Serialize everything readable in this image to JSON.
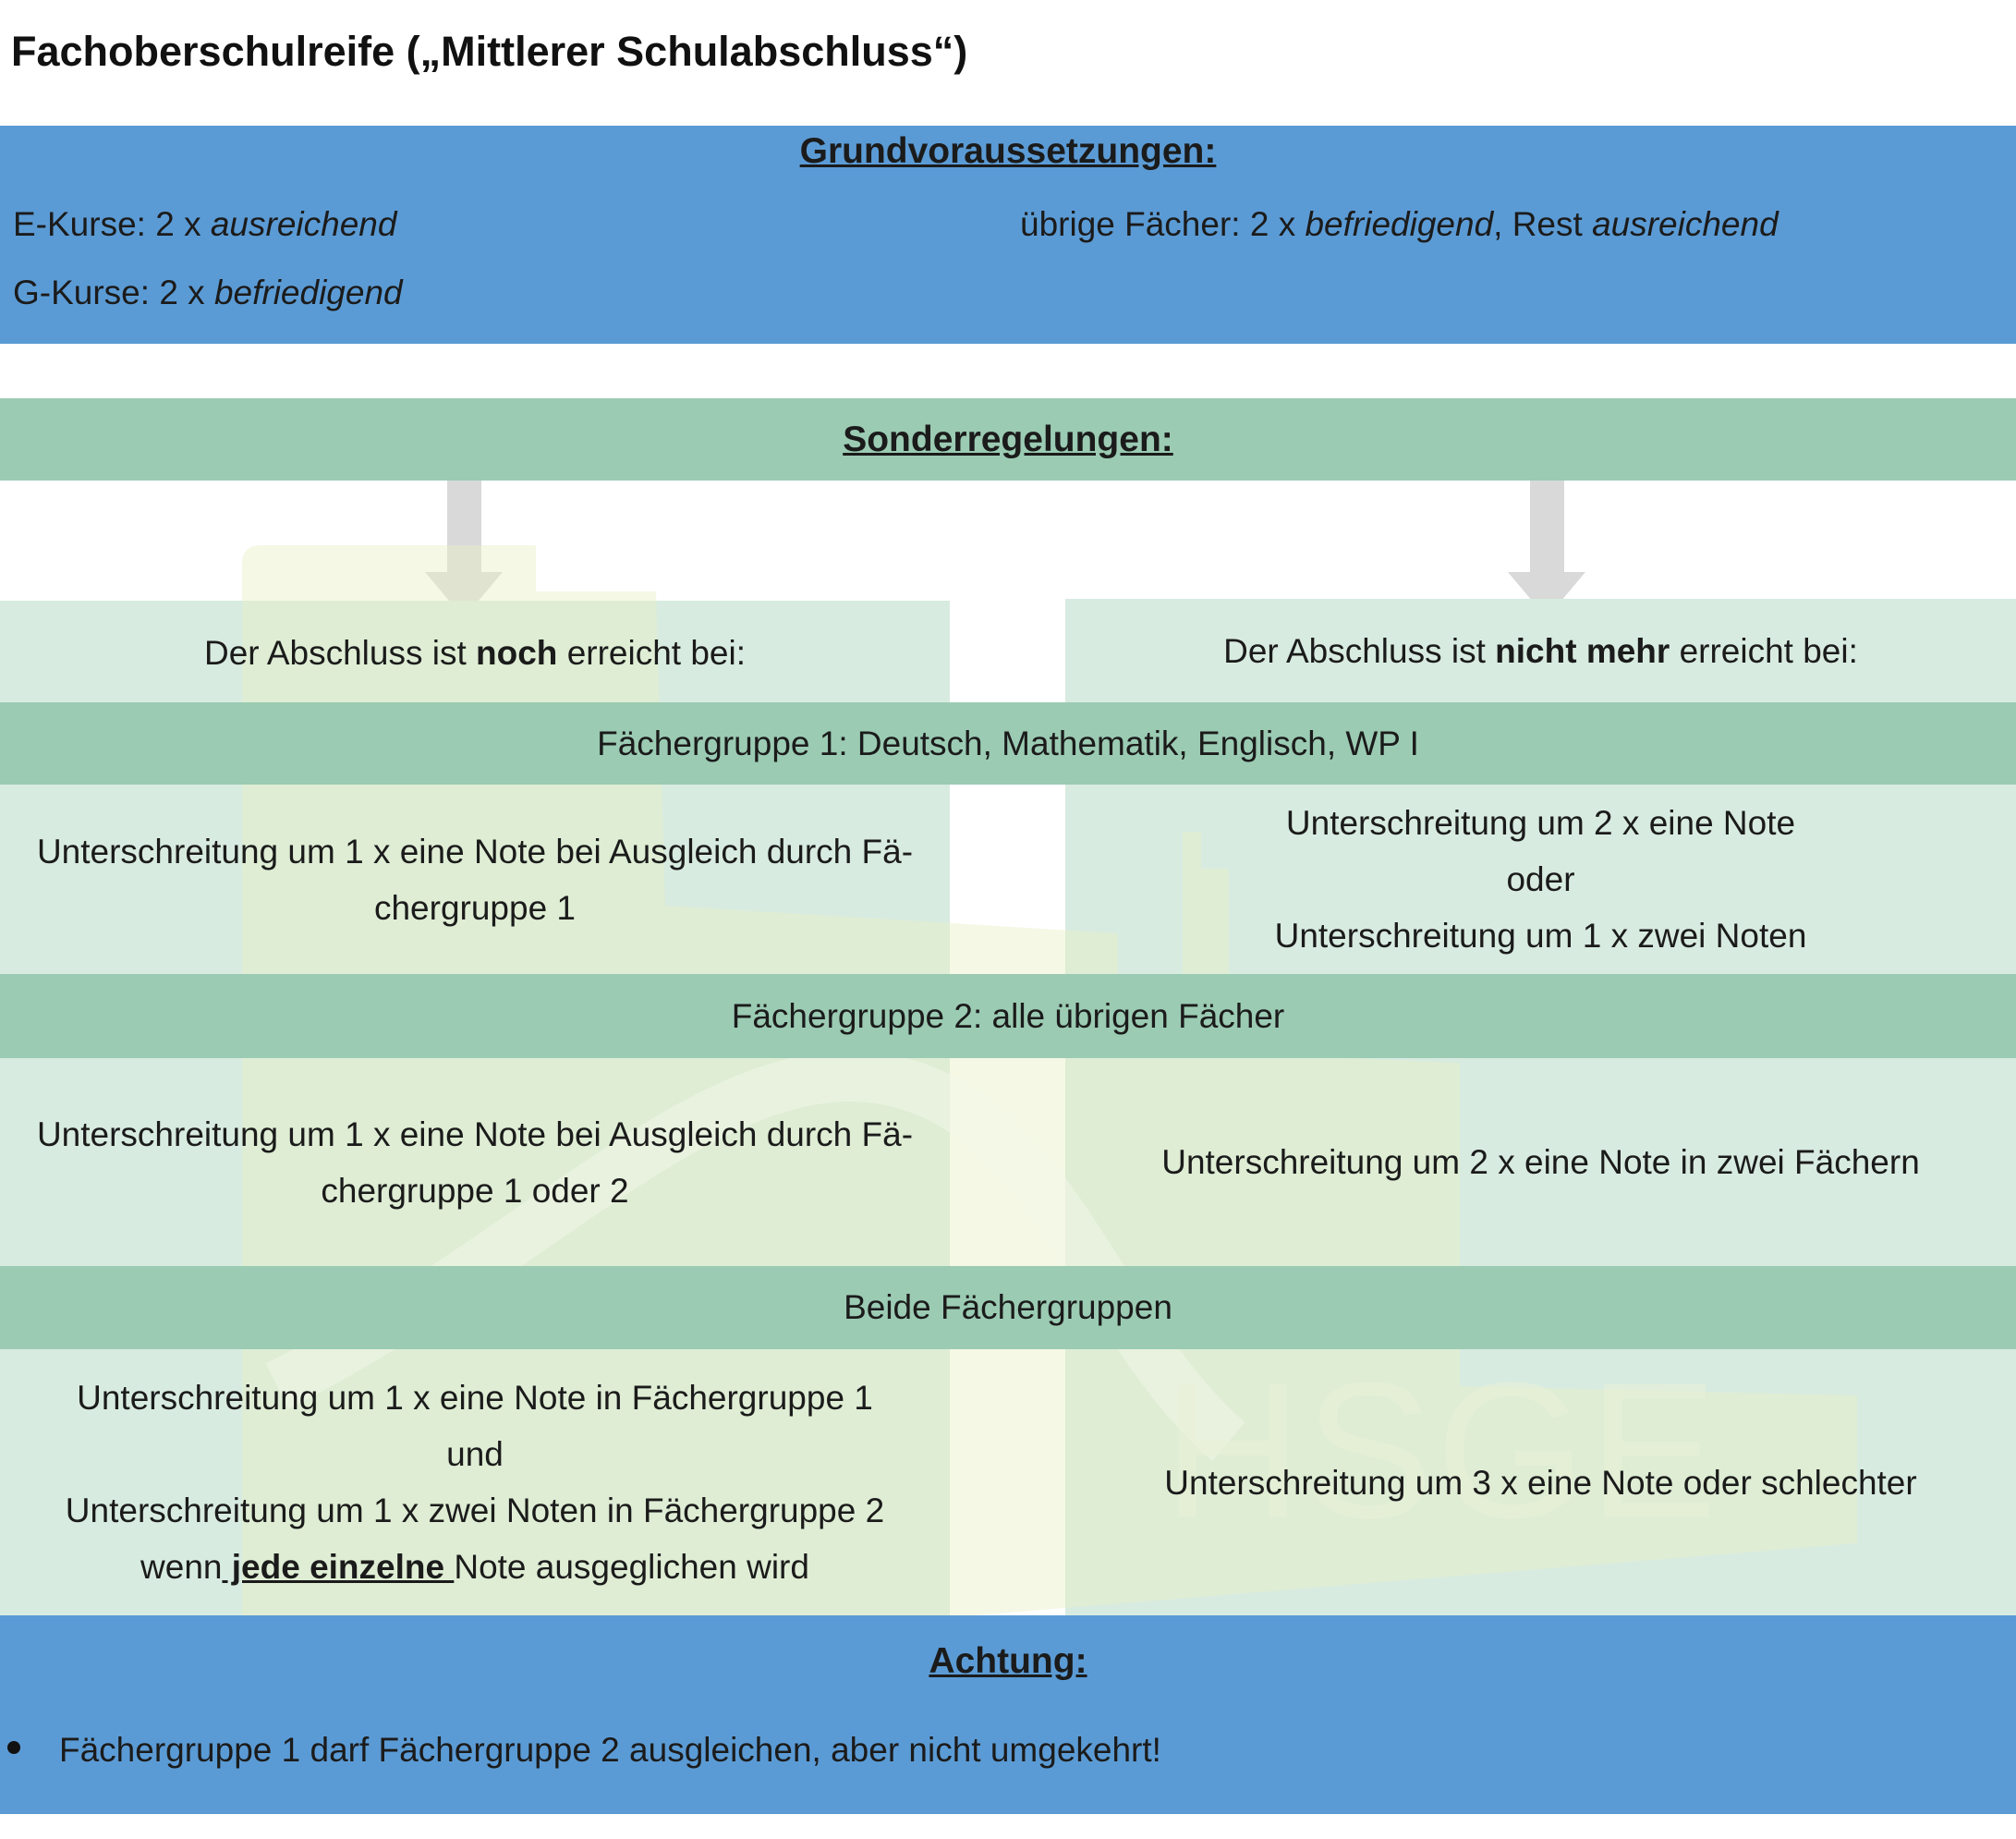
{
  "title": "Fachoberschulreife („Mittlerer Schulabschluss“)",
  "grund": {
    "header": "Grundvoraussetzungen:",
    "e_kurse_prefix": "E-Kurse: 2 x ",
    "e_kurse_em": "ausreichend",
    "g_kurse_prefix": "G-Kurse: 2 x ",
    "g_kurse_em": "befriedigend",
    "uebrige_prefix": "übrige Fächer: 2 x ",
    "uebrige_em1": "befriedigend",
    "uebrige_mid": ", Rest ",
    "uebrige_em2": "ausreichend"
  },
  "sonder": {
    "header": "Sonderregelungen:"
  },
  "left_head": {
    "pre": "Der Abschluss ist ",
    "bold": "noch",
    "post": " erreicht bei:"
  },
  "right_head": {
    "pre": "Der Abschluss ist ",
    "bold": "nicht mehr",
    "post": " erreicht bei:"
  },
  "fg1": {
    "label": "Fächergruppe 1: Deutsch, Mathematik, Englisch, WP I",
    "left_l1": "Unterschreitung um 1 x eine Note bei Ausgleich durch Fä-",
    "left_l2": "chergruppe 1",
    "right_l1": "Unterschreitung um 2 x eine Note",
    "right_l2": "oder",
    "right_l3": "Unterschreitung um 1 x zwei Noten"
  },
  "fg2": {
    "label": "Fächergruppe 2: alle übrigen Fächer",
    "left_l1": "Unterschreitung um 1 x eine Note bei Ausgleich durch Fä-",
    "left_l2": "chergruppe 1 oder 2",
    "right": "Unterschreitung um 2 x eine Note in zwei Fächern"
  },
  "beide": {
    "label": "Beide Fächergruppen",
    "left_l1": "Unterschreitung um 1 x eine Note in Fächergruppe 1",
    "left_l2": "und",
    "left_l3": "Unterschreitung um 1 x zwei Noten in Fächergruppe 2",
    "left_l4_pre": "wenn",
    "left_l4_bold": " jede einzelne ",
    "left_l4_post": "Note ausgeglichen wird",
    "right": "Unterschreitung um 3 x eine Note oder schlechter"
  },
  "achtung": {
    "header": "Achtung:",
    "bullet": "Fächergruppe 1 darf Fächergruppe 2 ausgleichen, aber nicht umgekehrt!"
  },
  "watermark": {
    "text": "HSGE"
  },
  "colors": {
    "blue": "#5b9bd5",
    "green_bar": "#9bcbb3",
    "light_panel": "#d8ebe0",
    "arrow": "#d9d9d9"
  }
}
